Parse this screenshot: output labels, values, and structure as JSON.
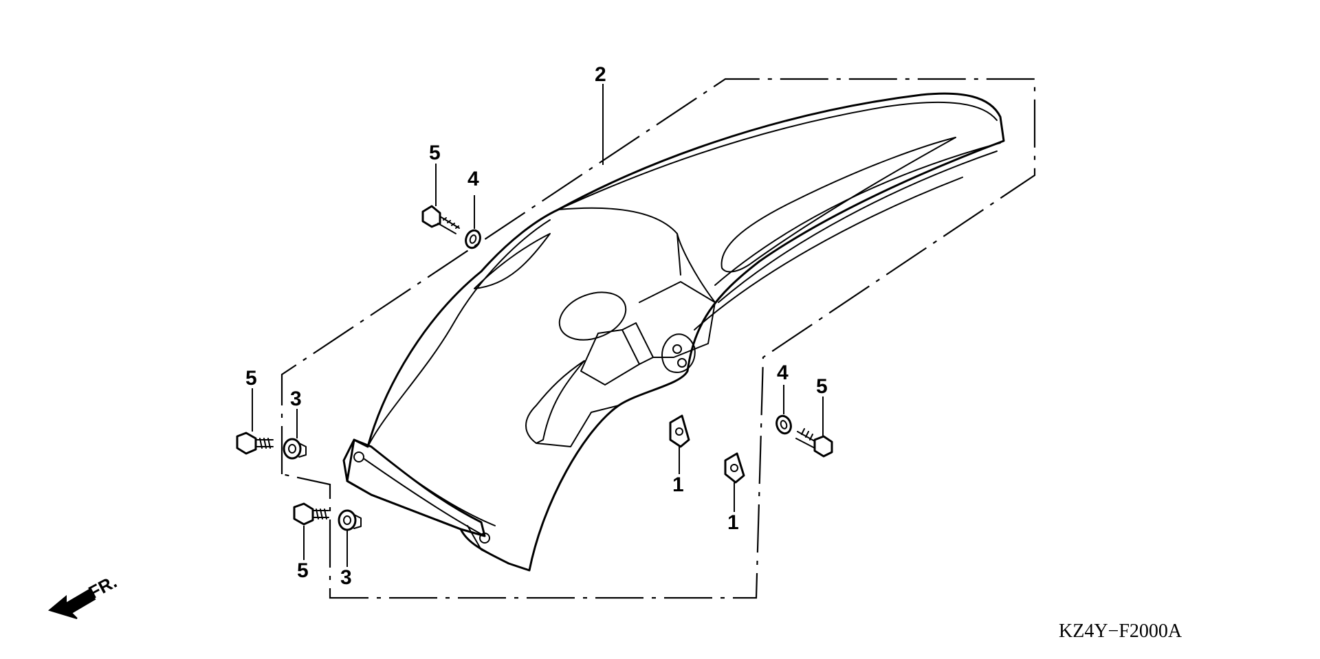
{
  "diagram": {
    "callouts": {
      "c1a": "1",
      "c1b": "1",
      "c2": "2",
      "c3a": "3",
      "c3b": "3",
      "c4a": "4",
      "c4b": "4",
      "c5a": "5",
      "c5b": "5",
      "c5c": "5",
      "c5d": "5"
    },
    "direction_label": "FR.",
    "part_code": "KZ4Y−F2000A"
  }
}
